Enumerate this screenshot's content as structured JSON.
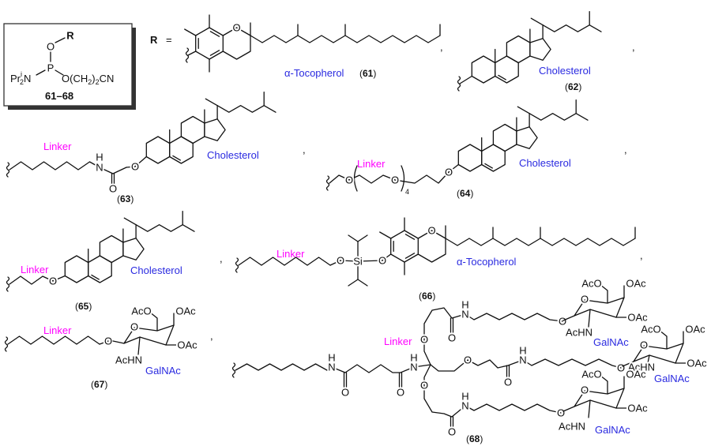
{
  "box": {
    "r": "R",
    "o": "O",
    "p": "P",
    "amine": "Pr",
    "amine_sup": "i",
    "amine_sub": "2",
    "amine_n": "N",
    "ester_a": "O(CH",
    "ester_sub1": "2",
    "ester_b": ")",
    "ester_sub2": "2",
    "ester_c": "CN",
    "range": "61–68"
  },
  "r_def": {
    "r": "R",
    "equals": "="
  },
  "atoms": {
    "O": "O",
    "N": "N",
    "H": "H",
    "Si": "Si",
    "repeat": "4"
  },
  "paren": {
    "open": "(",
    "close": ")"
  },
  "separator": ",",
  "galnac": {
    "aco": "AcO",
    "oac": "OAc",
    "achn": "AcHN",
    "name": "GalNAc"
  },
  "compounds": {
    "c61": {
      "name": "α-Tocopherol",
      "num": "61"
    },
    "c62": {
      "name": "Cholesterol",
      "num": "62"
    },
    "c63": {
      "linker": "Linker",
      "name": "Cholesterol",
      "num": "63"
    },
    "c64": {
      "linker": "Linker",
      "name": "Cholesterol",
      "num": "64"
    },
    "c65": {
      "linker": "Linker",
      "name": "Cholesterol",
      "num": "65"
    },
    "c66": {
      "linker": "Linker",
      "name": "α-Tocopherol",
      "num": "66"
    },
    "c67": {
      "linker": "Linker",
      "num": "67"
    },
    "c68": {
      "linker": "Linker",
      "num": "68"
    }
  },
  "colors": {
    "linker": "#ff00ff",
    "name": "#2a2ae0",
    "bonds": "#111111"
  }
}
